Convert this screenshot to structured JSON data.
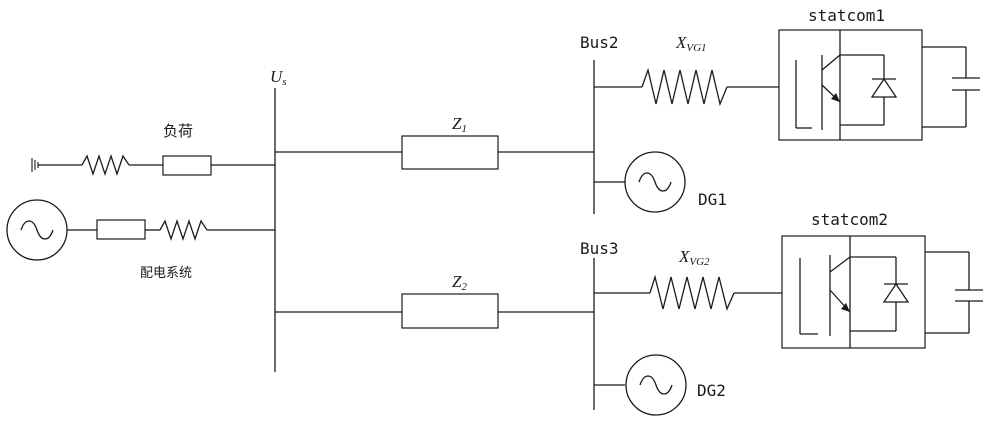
{
  "labels": {
    "source_voltage": "U",
    "source_voltage_sub": "s",
    "load": "负荷",
    "distribution_system": "配电系统",
    "impedance1": "Z",
    "impedance1_sub": "1",
    "impedance2": "Z",
    "impedance2_sub": "2",
    "bus2": "Bus2",
    "bus3": "Bus3",
    "reactance1": "X",
    "reactance1_sub": "VG1",
    "reactance2": "X",
    "reactance2_sub": "VG2",
    "dg1": "DG1",
    "dg2": "DG2",
    "statcom1": "statcom1",
    "statcom2": "statcom2"
  },
  "icons": {
    "ground": "ground-icon",
    "ac_source": "ac-source-icon",
    "resistor": "resistor-icon",
    "igbt": "igbt-icon",
    "diode": "diode-icon",
    "capacitor": "capacitor-icon"
  }
}
